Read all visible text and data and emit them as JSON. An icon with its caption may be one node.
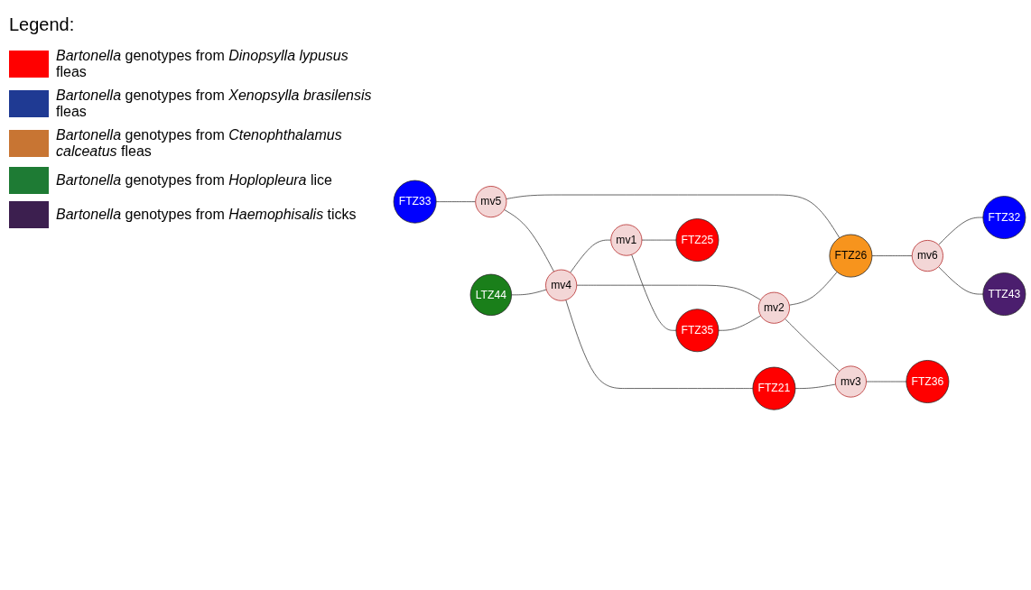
{
  "diagram": {
    "nodes": [
      {
        "text": [
          "FTZ33"
        ]
      },
      {
        "text": [
          "FTZ32"
        ]
      },
      {
        "text": [
          "mv6"
        ]
      },
      {
        "text": [
          "LTZ44"
        ]
      },
      {
        "text": [
          "mv5"
        ]
      },
      {
        "text": [
          "mv4"
        ]
      },
      {
        "text": [
          "FTZ35"
        ]
      },
      {
        "text": [
          "FTZ26"
        ]
      },
      {
        "text": [
          "mv1"
        ]
      },
      {
        "text": [
          "FTZ25"
        ]
      },
      {
        "text": [
          "mv2"
        ]
      },
      {
        "text": [
          "FTZ21"
        ]
      },
      {
        "text": [
          "mv3"
        ]
      },
      {
        "text": [
          "FTZ36"
        ]
      },
      {
        "text": [
          "TTZ43"
        ]
      }
    ],
    "edges": [
      {
        "from": 0,
        "to": 4,
        "arrow": "none"
      },
      {
        "from": 4,
        "to": 5,
        "arrow": "none"
      },
      {
        "from": 4,
        "to": 7,
        "arrow": "none"
      },
      {
        "from": 3,
        "to": 5,
        "arrow": "none"
      },
      {
        "from": 5,
        "to": 8,
        "arrow": "none"
      },
      {
        "from": 5,
        "to": 11,
        "arrow": "none"
      },
      {
        "from": 5,
        "to": 10,
        "arrow": "none"
      },
      {
        "from": 8,
        "to": 6,
        "arrow": "none"
      },
      {
        "from": 8,
        "to": 9,
        "arrow": "none"
      },
      {
        "from": 6,
        "to": 10,
        "arrow": "none"
      },
      {
        "from": 10,
        "to": 7,
        "arrow": "none"
      },
      {
        "from": 10,
        "to": 12,
        "arrow": "none"
      },
      {
        "from": 11,
        "to": 12,
        "arrow": "none"
      },
      {
        "from": 12,
        "to": 13,
        "arrow": "none"
      },
      {
        "from": 7,
        "to": 2,
        "arrow": "none"
      },
      {
        "from": 2,
        "to": 1,
        "arrow": "none"
      },
      {
        "from": 2,
        "to": 14,
        "arrow": "none"
      }
    ],
    "labels": [
      "Legend:"
    ],
    "legend": [
      {
        "text": "*Bartonella* genotypes from *Dinopsylla lypusus* fleas",
        "color": "#ff0000"
      },
      {
        "text": "*Bartonella* genotypes from *Xenopsylla brasilensis* fleas",
        "color": "#1f3a93"
      },
      {
        "text": "*Bartonella* genotypes from *Ctenophthalamus calceatus* fleas",
        "color": "#c87533"
      },
      {
        "text": "*Bartonella* genotypes from *Hoplopleura* lice",
        "color": "#1e7b34"
      },
      {
        "text": "*Bartonella* genotypes from *Haemophisalis* ticks",
        "color": "#3c1f4f"
      }
    ]
  }
}
